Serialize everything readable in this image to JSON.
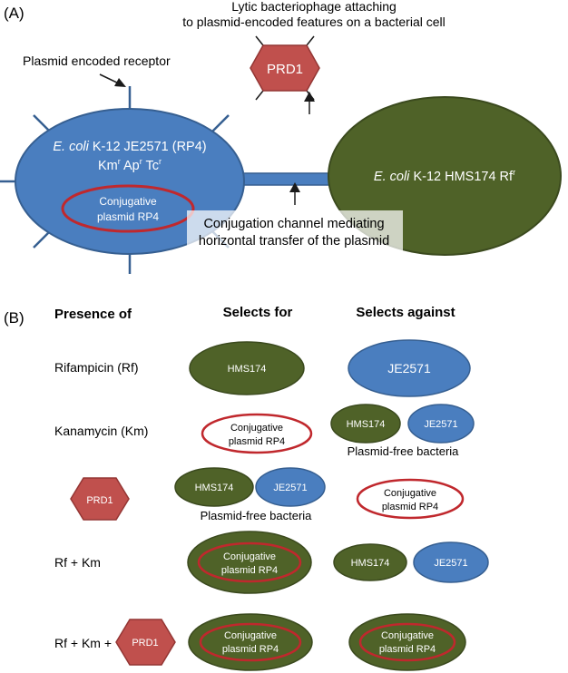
{
  "colors": {
    "green": "#4f6228",
    "green_stroke": "#3b4a1e",
    "blue": "#4a7ebf",
    "blue_stroke": "#365f91",
    "red": "#c0282d",
    "phage": "#c0504d",
    "phage_stroke": "#943634"
  },
  "panel_a": {
    "label": "(A)",
    "phage_caption_1": "Lytic bacteriophage attaching",
    "phage_caption_2": "to plasmid-encoded features on a bacterial cell",
    "phage_name": "PRD1",
    "receptor_label": "Plasmid encoded receptor",
    "donor_italic": "E. coli",
    "donor_name": " K-12 JE2571 (RP4)",
    "donor_markers": [
      "Km",
      "r",
      " Ap",
      "r",
      " Tc",
      "r"
    ],
    "plasmid_line1": "Conjugative",
    "plasmid_line2": "plasmid RP4",
    "recipient_italic": "E. coli",
    "recipient_name": " K-12 HMS174 Rf",
    "recipient_sup": "r",
    "channel_line1": "Conjugation channel mediating",
    "channel_line2": "horizontal transfer of the plasmid"
  },
  "panel_b": {
    "label": "(B)",
    "col_presence": "Presence of",
    "col_selects_for": "Selects for",
    "col_selects_against": "Selects against",
    "rows": {
      "rifampicin": "Rifampicin (Rf)",
      "kanamycin": "Kanamycin (Km)",
      "phage": "PRD1",
      "rf_km": "Rf + Km",
      "rf_km_plus": "Rf + Km +",
      "rf_km_phage": "PRD1"
    },
    "hms174": "HMS174",
    "je2571": "JE2571",
    "plasmid_line1": "Conjugative",
    "plasmid_line2": "plasmid RP4",
    "plasmid_free": "Plasmid-free bacteria"
  }
}
